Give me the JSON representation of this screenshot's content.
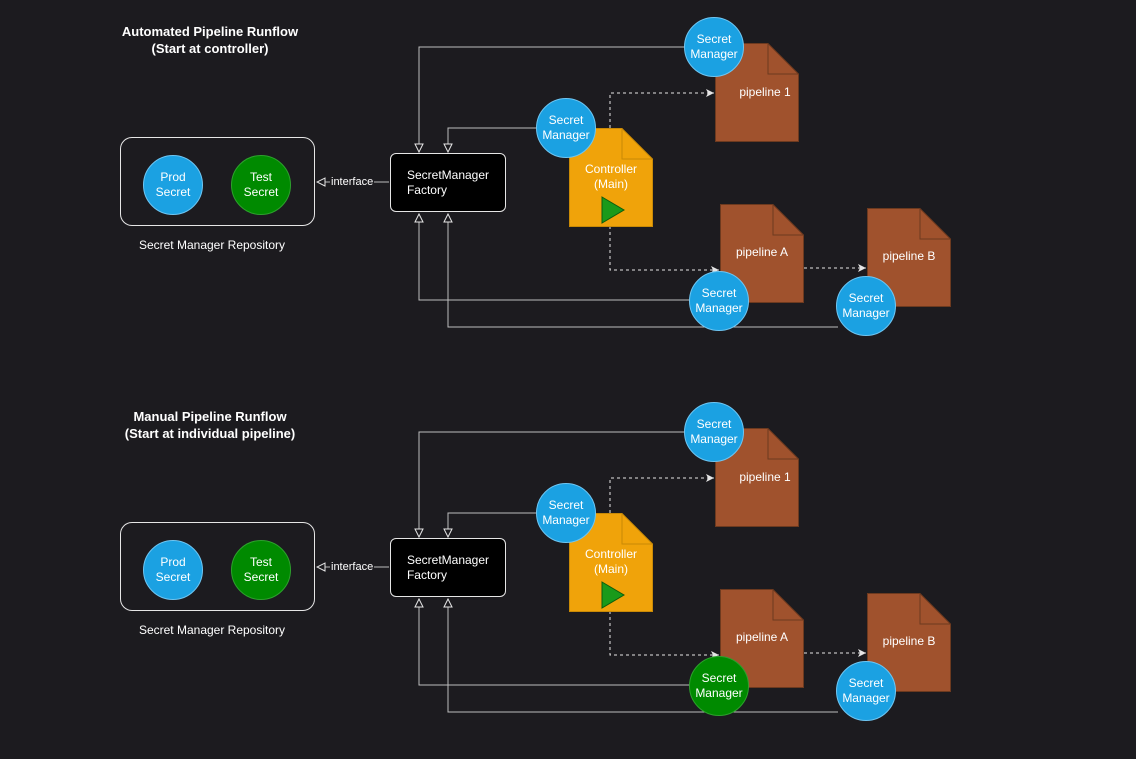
{
  "panels": [
    {
      "title_line1": "Automated Pipeline Runflow",
      "title_line2": "(Start at controller)",
      "repository_label": "Secret Manager Repository",
      "prod_secret": "Prod Secret",
      "test_secret": "Test Secret",
      "interface_label": "interface",
      "factory_label": "SecretManager Factory",
      "controller_label": "Controller (Main)",
      "pipeline_1": "pipeline 1",
      "pipeline_a": "pipeline A",
      "pipeline_b": "pipeline B",
      "secret_manager": "Secret Manager",
      "pipeline_a_secret_manager_color": "blue"
    },
    {
      "title_line1": "Manual Pipeline Runflow",
      "title_line2": "(Start at individual pipeline)",
      "repository_label": "Secret Manager Repository",
      "prod_secret": "Prod Secret",
      "test_secret": "Test Secret",
      "interface_label": "interface",
      "factory_label": "SecretManager Factory",
      "controller_label": "Controller (Main)",
      "pipeline_1": "pipeline 1",
      "pipeline_a": "pipeline A",
      "pipeline_b": "pipeline B",
      "secret_manager": "Secret Manager",
      "pipeline_a_secret_manager_color": "green"
    }
  ],
  "colors": {
    "background": "#1c1b1f",
    "secret_blue": "#1ba1e2",
    "secret_green": "#008a00",
    "controller": "#f0a30a",
    "pipeline": "#a0522d"
  }
}
